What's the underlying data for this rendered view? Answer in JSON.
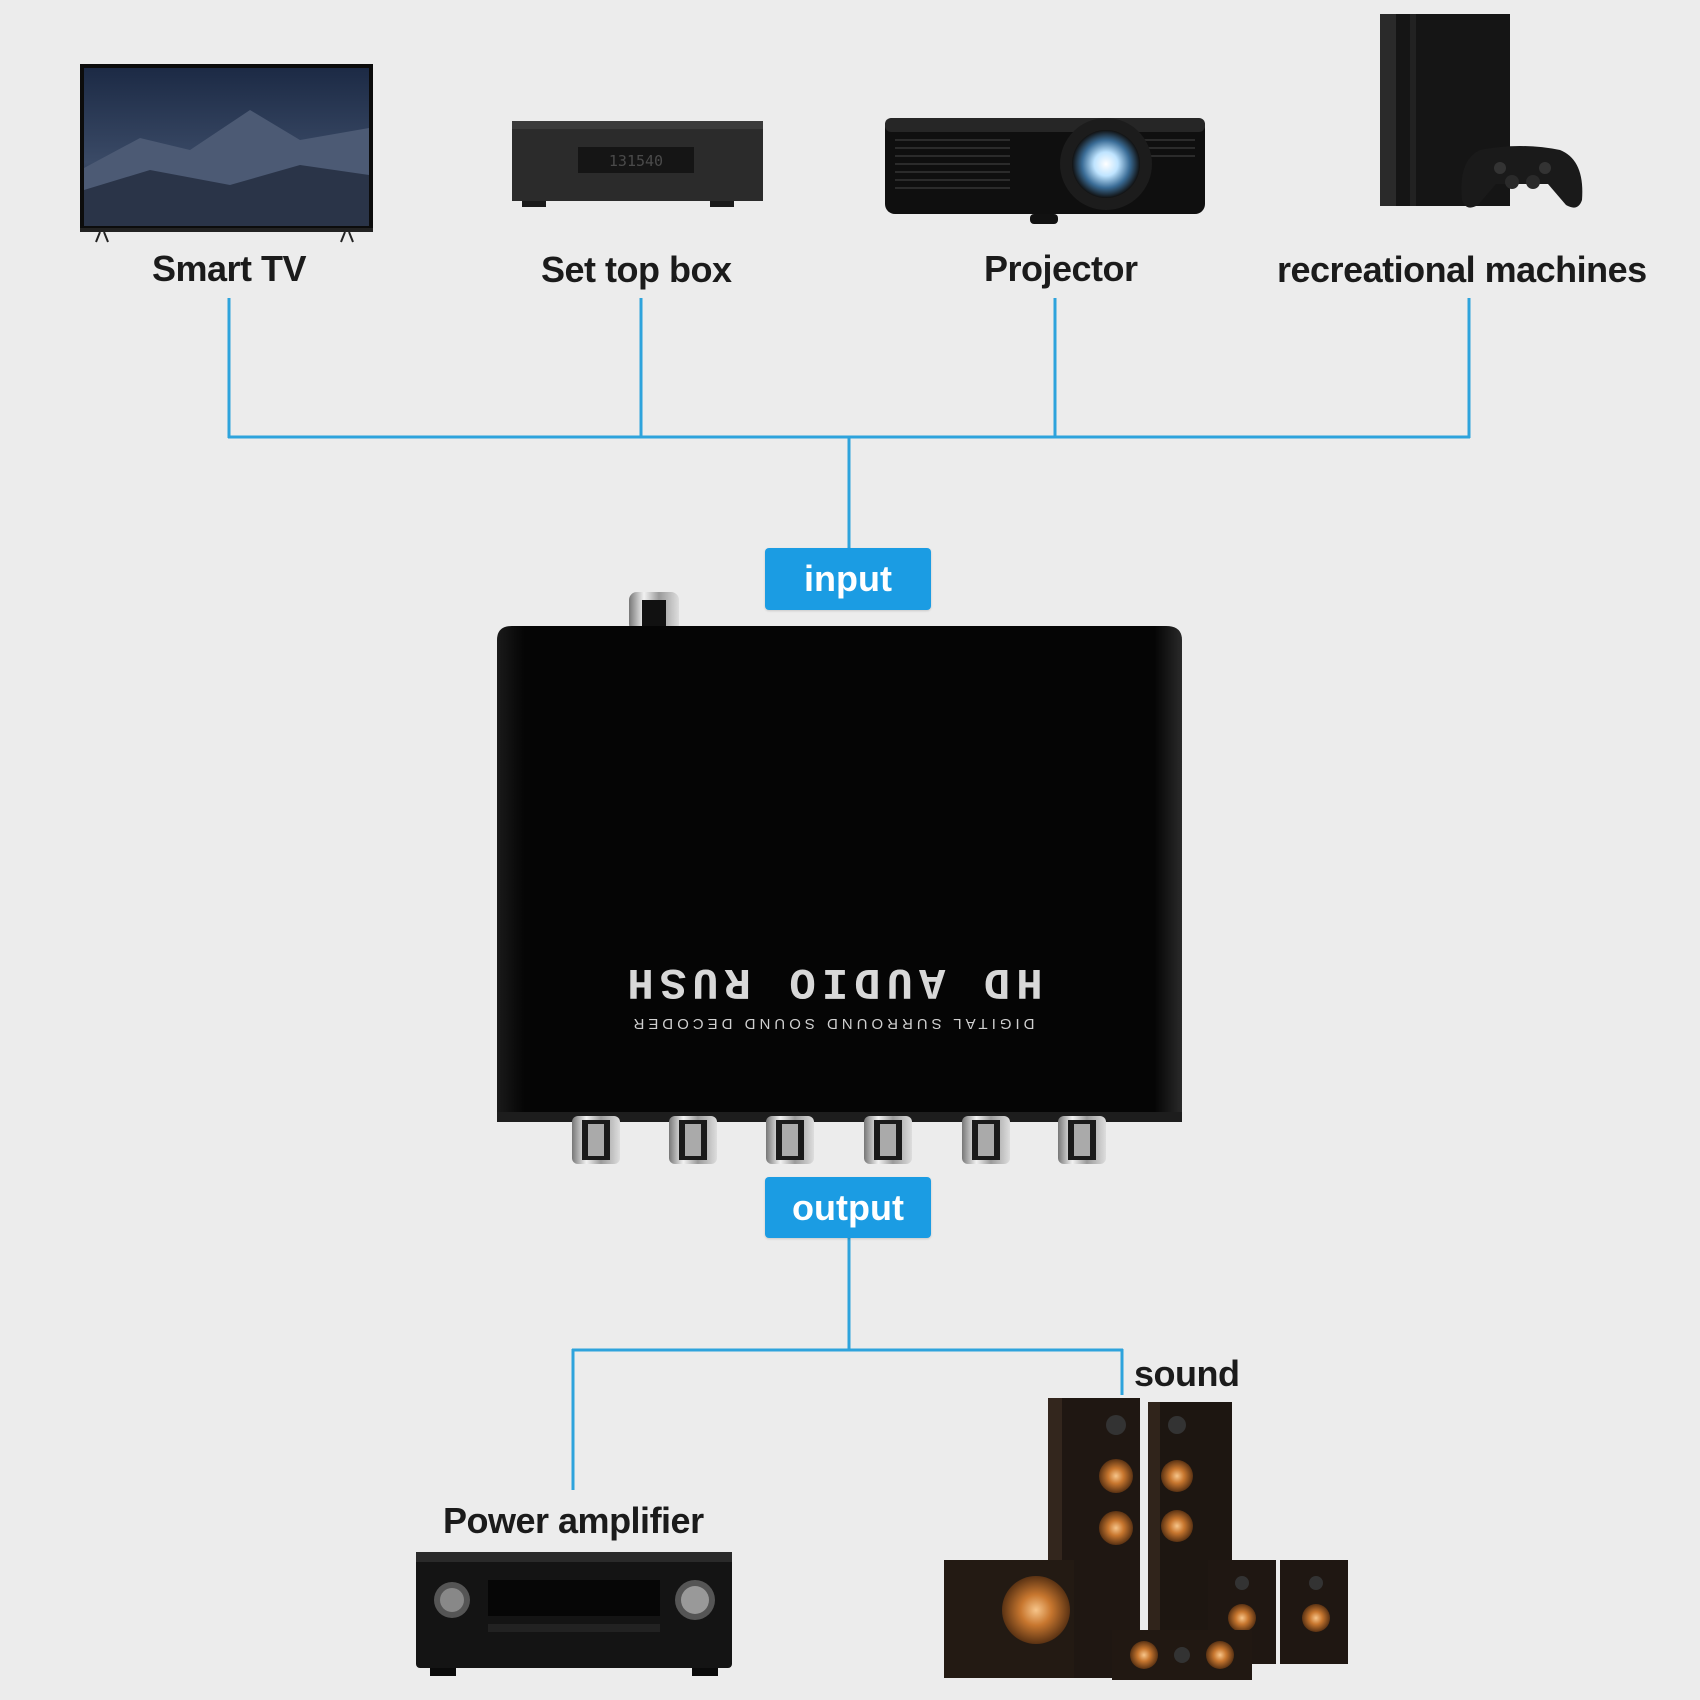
{
  "colors": {
    "connector": "#2ea3dc",
    "tag_background": "#1b9ce3",
    "tag_text": "#ffffff",
    "background": "#ececec"
  },
  "sources": [
    {
      "label": "Smart TV",
      "icon": "smart-tv-icon"
    },
    {
      "label": "Set top box",
      "icon": "set-top-box-icon",
      "display": "131540"
    },
    {
      "label": "Projector",
      "icon": "projector-icon"
    },
    {
      "label": "recreational machines",
      "icon": "game-console-icon"
    }
  ],
  "decoder": {
    "input_label": "input",
    "output_label": "output",
    "subtitle": "DIGITAL SURROUND SOUND DECODER",
    "brand": "HD AUDIO RUSH",
    "port_count": 6
  },
  "outputs": [
    {
      "label": "Power amplifier",
      "icon": "av-receiver-icon"
    },
    {
      "label": "sound",
      "icon": "speaker-system-icon"
    }
  ]
}
